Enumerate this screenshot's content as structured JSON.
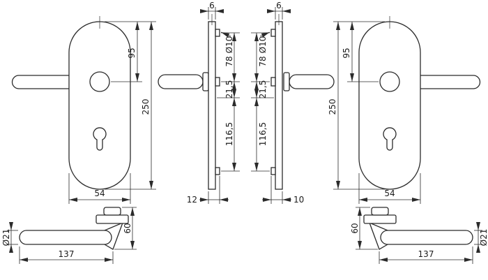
{
  "views": {
    "front_left": {
      "top_to_handle": "95",
      "plate_height": "250",
      "plate_width": "54"
    },
    "profile_left": {
      "plate_thickness": "6",
      "hole_diameter": "Ø10",
      "screw_to_handle": "78",
      "handle_to_cylinder": "21,5",
      "cylinder_to_screw": "116,5",
      "bottom_depth": "12"
    },
    "profile_right": {
      "plate_thickness": "6",
      "hole_diameter": "Ø10",
      "screw_to_handle": "78",
      "handle_to_cylinder": "21,5",
      "cylinder_to_screw": "116,5",
      "bottom_depth": "10"
    },
    "front_right": {
      "top_to_handle": "95",
      "plate_height": "250",
      "plate_width": "54"
    },
    "top_left": {
      "grip_diameter": "Ø21",
      "projection": "60",
      "grip_length": "137"
    },
    "top_right": {
      "projection": "60",
      "grip_diameter": "Ø21",
      "grip_length": "137"
    }
  },
  "colors": {
    "line": "#2b2b2b",
    "background": "#ffffff"
  }
}
